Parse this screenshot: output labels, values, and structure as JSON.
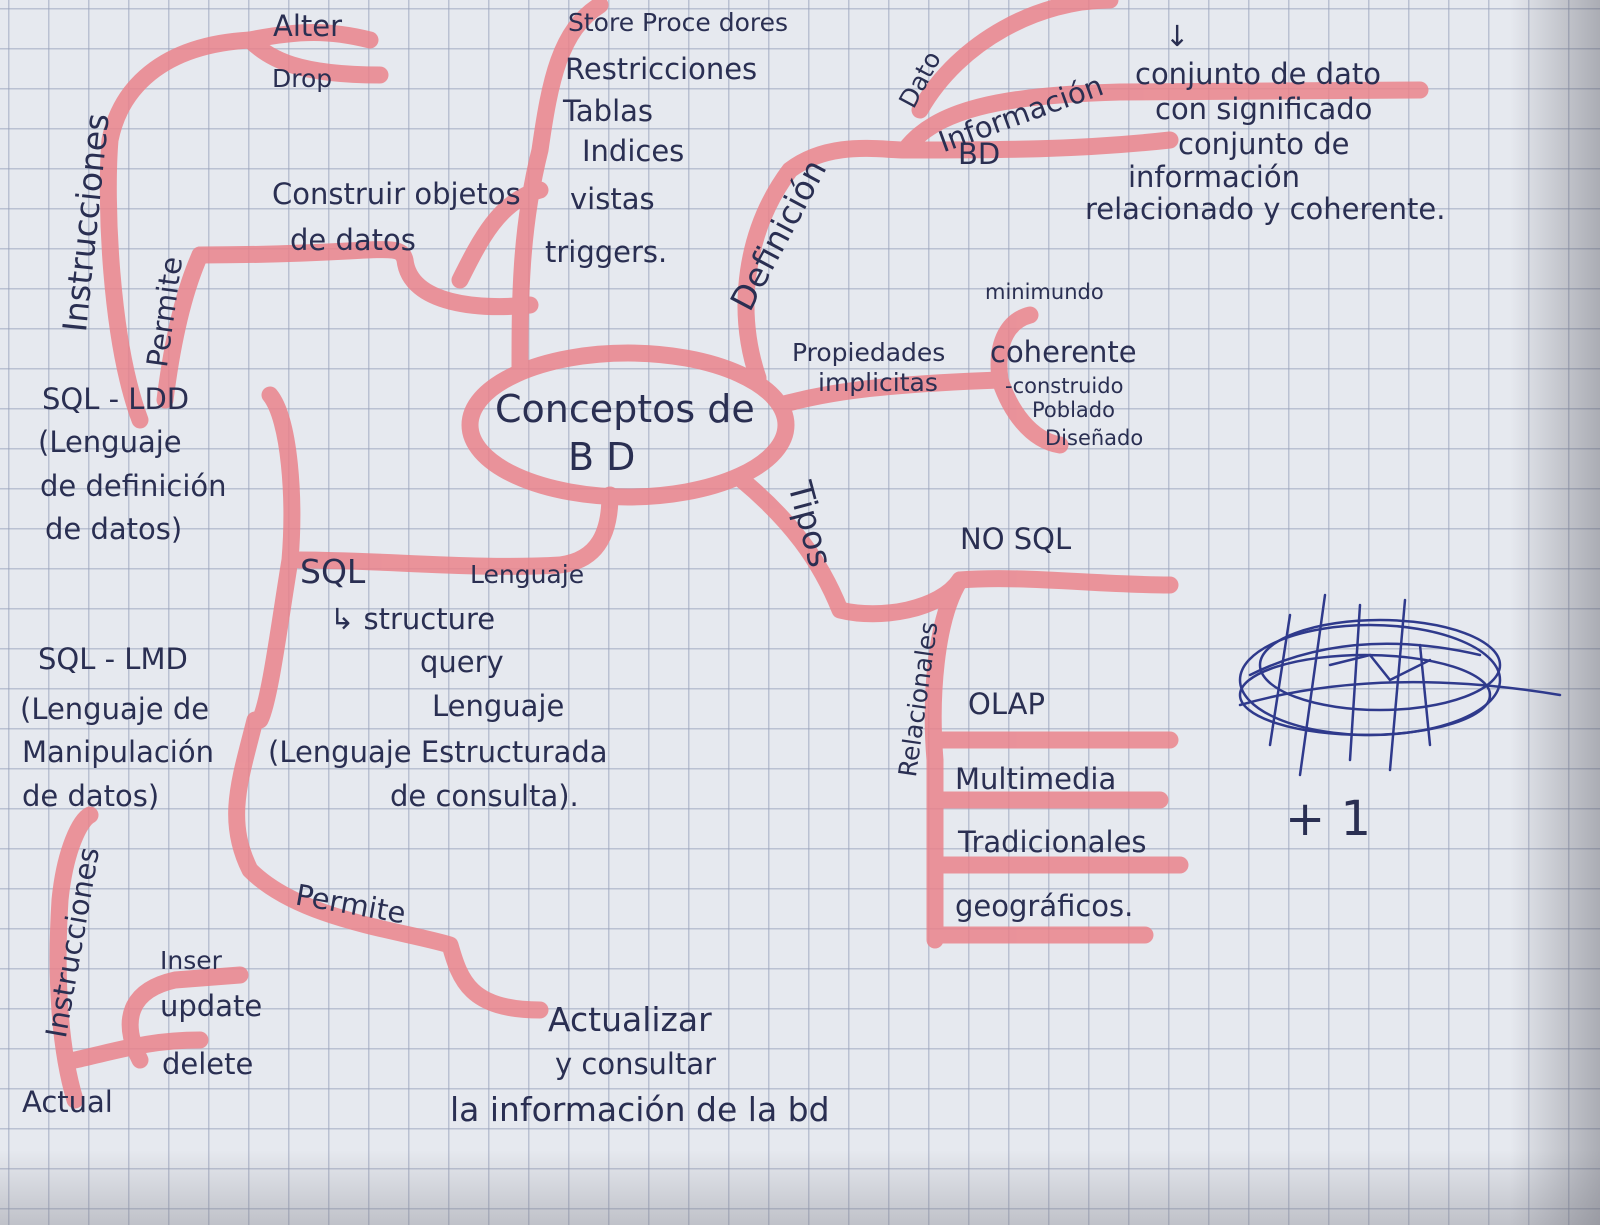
{
  "center": {
    "line1": "Conceptos de",
    "line2": "B D"
  },
  "branch_labels": {
    "definicion": "Definición",
    "tipos": "Tipos",
    "permite_top": "Permite",
    "instrucciones_top": "Instrucciones",
    "permite_bottom": "Permite",
    "instrucciones_bottom": "Instrucciones",
    "relacionales": "Relacionales"
  },
  "ddl_commands": [
    "Alter",
    "Drop"
  ],
  "ddl_objects": [
    "Store Proce dores",
    "Restricciones",
    "Tablas",
    "Indices",
    "vistas",
    "triggers."
  ],
  "construir": [
    "Construir objetos",
    "de datos"
  ],
  "sql_ldd": {
    "title": "SQL - LDD",
    "desc": [
      "(Lenguaje",
      "de definición",
      "de datos)"
    ]
  },
  "sql_lmd": {
    "title": "SQL - LMD",
    "desc": [
      "(Lenguaje de",
      "Manipulación",
      "de datos)"
    ]
  },
  "sql_def": {
    "line1": "SQL",
    "line1b": "Lenguaje",
    "line2": "↳ structure",
    "line3": "query",
    "line4": "Lenguaje",
    "line5": "(Lenguaje Estructurada",
    "line6": "de consulta)."
  },
  "dml_commands": [
    "Inser",
    "update",
    "delete"
  ],
  "actual": "Actual",
  "actualizar": [
    "Actualizar",
    "y consultar",
    "la información de la bd"
  ],
  "definicion_block": {
    "dato": "Dato",
    "informacion": "Información",
    "conjunto_dato": [
      "conjunto de dato",
      "con significado"
    ],
    "bd": "BD",
    "conjunto_info": [
      "conjunto de",
      "información",
      "relacionado y coherente."
    ],
    "arrow": "↓"
  },
  "propiedades": {
    "label": [
      "Propiedades",
      "implicitas"
    ],
    "items": [
      "minimundo",
      "coherente",
      "-construido",
      "Poblado",
      "Diseñado"
    ]
  },
  "tipos_items": [
    "NO SQL",
    "OLAP",
    "Multimedia",
    "Tradicionales",
    "geográficos."
  ],
  "grade": "+ 1",
  "colors": {
    "ink": "#2a2f52",
    "highlighter": "#ea8088",
    "paper": "#e6e9ef",
    "grid": "#96a0b9"
  }
}
